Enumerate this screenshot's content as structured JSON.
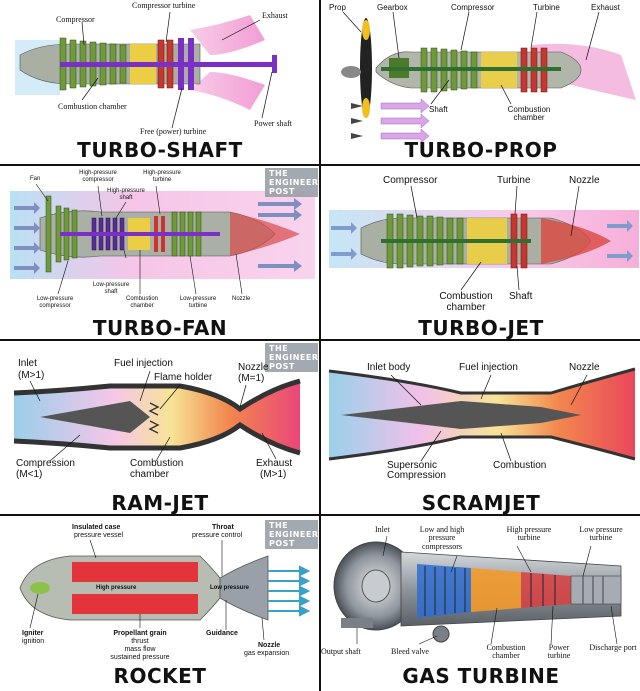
{
  "watermark": "THE ENGINEERS POST",
  "colors": {
    "compressor_green": "#6f9a3a",
    "turbine_red": "#c9362f",
    "combustion_yellow": "#f2d23a",
    "exhaust_pink": "#f2a6d8",
    "intake_blue": "#8ec9e8",
    "shaft_purple": "#7a2fc7"
  },
  "turboshaft": {
    "title": "TURBO-SHAFT",
    "labels": {
      "compressor_turbine": "Compressor turbine",
      "exhaust": "Exhaust",
      "compressor": "Compressor",
      "combustion_chamber": "Combustion chamber",
      "power_shaft": "Power shaft",
      "free_power_turbine": "Free (power) turbine"
    }
  },
  "turboprop": {
    "title": "TURBO-PROP",
    "labels": {
      "prop": "Prop",
      "gearbox": "Gearbox",
      "compressor": "Compressor",
      "turbine": "Turbine",
      "exhaust": "Exhaust",
      "shaft": "Shaft",
      "combustion_chamber": "Combustion chamber"
    }
  },
  "turbofan": {
    "title": "TURBO-FAN",
    "labels": {
      "fan": "Fan",
      "hp_compressor": "High-pressure compressor",
      "hp_turbine": "High-pressure turbine",
      "hp_shaft": "High-pressure shaft",
      "lp_shaft": "Low-pressure shaft",
      "lp_compressor": "Low-pressure compressor",
      "combustion_chamber": "Combustion chamber",
      "lp_turbine": "Low-pressure turbine",
      "nozzle": "Nozzle"
    }
  },
  "turbojet": {
    "title": "TURBO-JET",
    "labels": {
      "compressor": "Compressor",
      "turbine": "Turbine",
      "nozzle": "Nozzle",
      "combustion_chamber": "Combustion chamber",
      "shaft": "Shaft"
    }
  },
  "ramjet": {
    "title": "RAM-JET",
    "labels": {
      "inlet": "Inlet",
      "inlet_mach": "(M>1)",
      "fuel_injection": "Fuel injection",
      "flame_holder": "Flame holder",
      "nozzle": "Nozzle",
      "nozzle_mach": "(M=1)",
      "compression": "Compression",
      "compression_mach": "(M<1)",
      "combustion": "Combustion",
      "combustion_sub": "chamber",
      "exhaust": "Exhaust",
      "exhaust_mach": "(M>1)"
    }
  },
  "scramjet": {
    "title": "SCRAMJET",
    "labels": {
      "inlet_body": "Inlet body",
      "fuel_injection": "Fuel injection",
      "nozzle": "Nozzle",
      "supersonic": "Supersonic",
      "compression": "Compression",
      "combustion": "Combustion"
    }
  },
  "rocket": {
    "title": "ROCKET",
    "labels": {
      "insulated_case": "Insulated case",
      "pressure_vessel": "pressure vessel",
      "throat": "Throat",
      "pressure_control": "pressure control",
      "high_pressure": "High pressure",
      "low_pressure": "Low pressure",
      "igniter": "Igniter",
      "ignition": "ignition",
      "propellant_grain": "Propellant grain",
      "thrust": "thrust",
      "mass_flow": "mass flow",
      "sustained_pressure": "sustained pressure",
      "guidance": "Guidance",
      "nozzle": "Nozzle",
      "gas_expansion": "gas expansion"
    }
  },
  "gasturbine": {
    "title": "GAS TURBINE",
    "labels": {
      "inlet": "Inlet",
      "lp_hp_compressors": "Low and high pressure compressors",
      "hp_turbine": "High pressure turbine",
      "lp_turbine": "Low pressure turbine",
      "output_shaft": "Output shaft",
      "bleed_valve": "Bleed valve",
      "combustion_chamber": "Combustion chamber",
      "power_turbine": "Power turbine",
      "discharge_port": "Discharge port"
    }
  }
}
